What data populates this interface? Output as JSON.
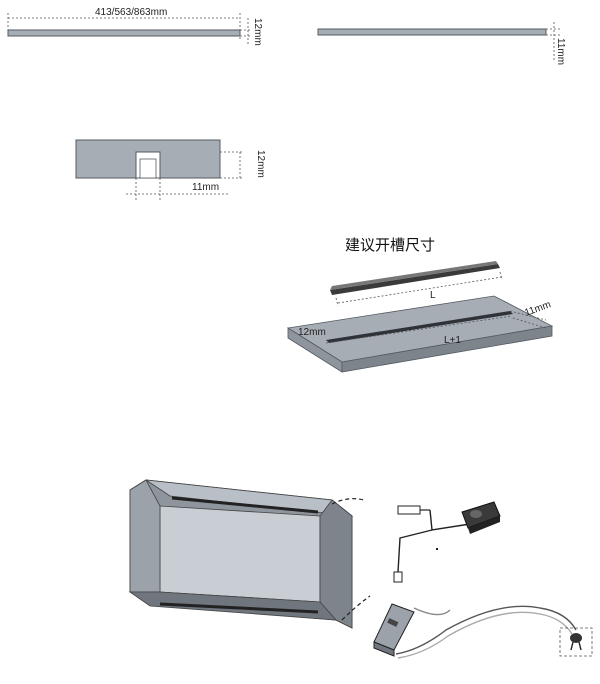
{
  "top_left_bar": {
    "length_label": "413/563/863mm",
    "height_label": "12mm"
  },
  "top_right_bar": {
    "height_label": "11mm"
  },
  "cross_section": {
    "height_label": "12mm",
    "width_label": "11mm"
  },
  "groove_diagram": {
    "title": "建议开槽尺寸",
    "strip_length_label": "L",
    "slot_length_label": "L+1",
    "slot_depth_label": "12mm",
    "slot_width_label": "11mm"
  },
  "colors": {
    "panel": "#a6adb5",
    "panel_edge": "#555b62",
    "strip": "#3a3a3a",
    "dash": "#555555"
  }
}
